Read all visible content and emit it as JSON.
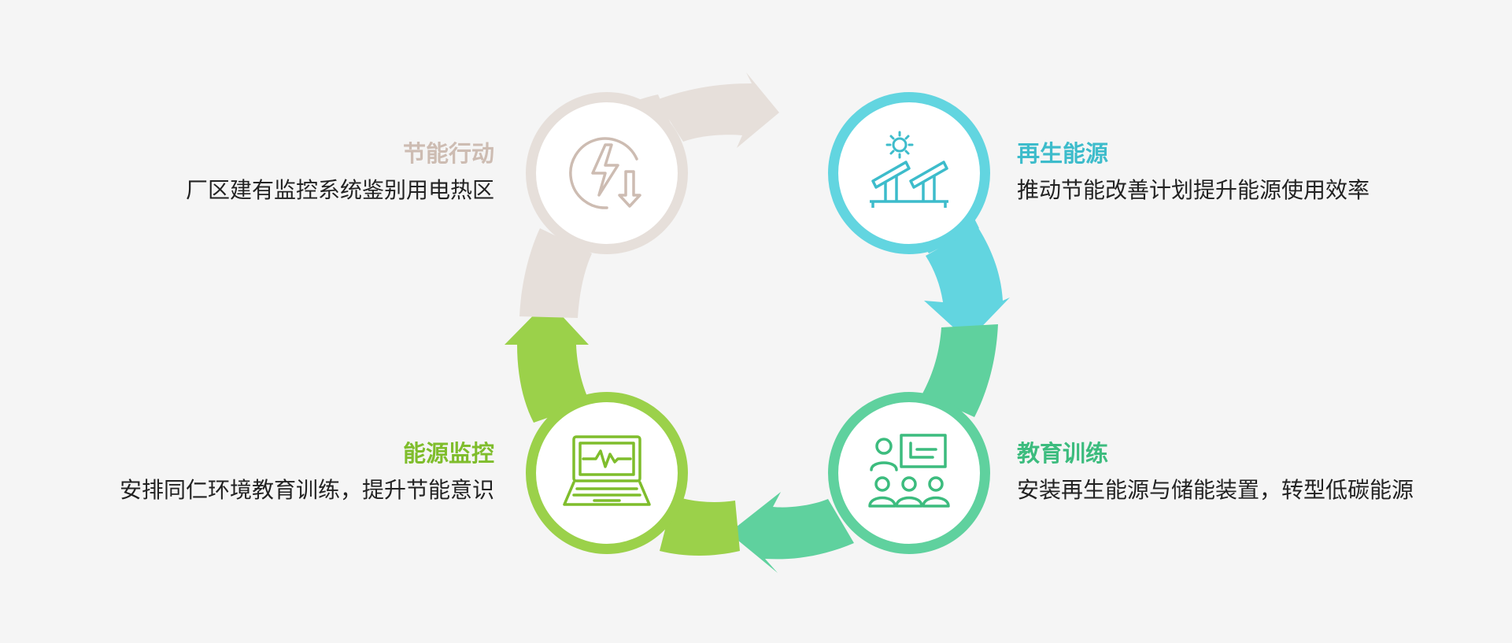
{
  "colors": {
    "background": "#f5f5f5",
    "energy_saving": "#e6dfda",
    "energy_saving_icon": "#cdbcb2",
    "renewable": "#62d5e0",
    "renewable_icon": "#3dbccb",
    "education": "#5fd19e",
    "education_icon": "#3cbc7e",
    "monitoring": "#9bd14a",
    "monitoring_icon": "#7fbd2c"
  },
  "steps": [
    {
      "key": "energy_saving",
      "title": "节能行动",
      "description": "厂区建有监控系统鉴别用电热区",
      "icon": "lightning-recycle-icon"
    },
    {
      "key": "renewable",
      "title": "再生能源",
      "description": "推动节能改善计划提升能源使用效率",
      "icon": "solar-panel-icon"
    },
    {
      "key": "education",
      "title": "教育训练",
      "description": "安装再生能源与储能装置，转型低碳能源",
      "icon": "classroom-icon"
    },
    {
      "key": "monitoring",
      "title": "能源监控",
      "description": "安排同仁环境教育训练，提升节能意识",
      "icon": "laptop-monitor-icon"
    }
  ]
}
